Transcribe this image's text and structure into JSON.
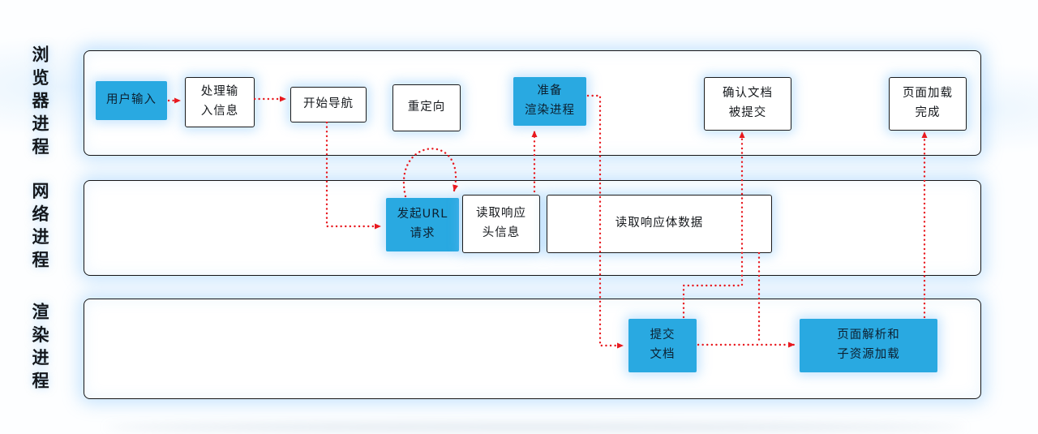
{
  "diagram": {
    "title": "browser-navigation-flow",
    "colors": {
      "highlight": "#29a9e1",
      "arrow": "#e8191f",
      "border": "#161616"
    },
    "lanes": [
      {
        "label": "浏览器进程"
      },
      {
        "label": "网络进程"
      },
      {
        "label": "渲染进程"
      }
    ],
    "nodes": {
      "user_input": {
        "label": "用户输入",
        "highlighted": true
      },
      "process_input": {
        "label": "处理输\n入信息",
        "highlighted": false
      },
      "start_navigation": {
        "label": "开始导航",
        "highlighted": false
      },
      "redirect": {
        "label": "重定向",
        "highlighted": false
      },
      "prepare_renderer": {
        "label": "准备\n渲染进程",
        "highlighted": true
      },
      "confirm_commit": {
        "label": "确认文档\n被提交",
        "highlighted": false
      },
      "page_loaded": {
        "label": "页面加载\n完成",
        "highlighted": false
      },
      "request_url": {
        "label": "发起URL\n请求",
        "highlighted": true
      },
      "read_response_headers": {
        "label": "读取响应\n头信息",
        "highlighted": false
      },
      "read_response_body": {
        "label": "读取响应体数据",
        "highlighted": false
      },
      "commit_document": {
        "label": "提交\n文档",
        "highlighted": true
      },
      "parse_page": {
        "label": "页面解析和\n子资源加载",
        "highlighted": true
      }
    },
    "edges": [
      {
        "from": "user_input",
        "to": "process_input"
      },
      {
        "from": "process_input",
        "to": "start_navigation"
      },
      {
        "from": "start_navigation",
        "to": "request_url"
      },
      {
        "from": "request_url",
        "to": "request_url",
        "via": "redirect"
      },
      {
        "from": "read_response_headers",
        "to": "prepare_renderer"
      },
      {
        "from": "prepare_renderer",
        "to": "commit_document"
      },
      {
        "from": "commit_document",
        "to": "confirm_commit"
      },
      {
        "from": "read_response_body",
        "to": "parse_page"
      },
      {
        "from": "commit_document",
        "to": "parse_page"
      },
      {
        "from": "parse_page",
        "to": "page_loaded"
      }
    ]
  }
}
